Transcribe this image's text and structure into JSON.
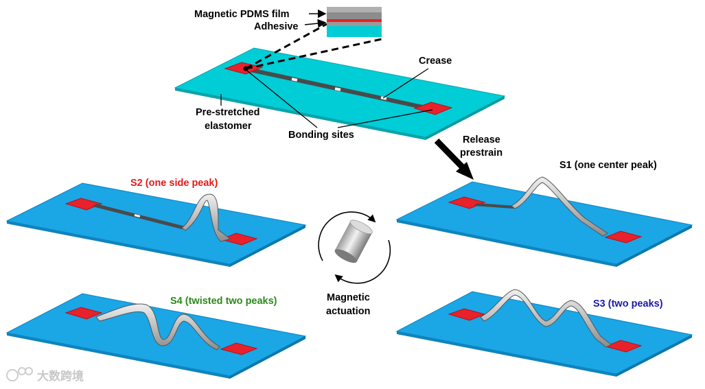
{
  "labels": {
    "film": "Magnetic PDMS film",
    "adhesive": "Adhesive",
    "crease": "Crease",
    "prestretched_1": "Pre-stretched",
    "prestretched_2": "elastomer",
    "bonding": "Bonding sites",
    "release_1": "Release",
    "release_2": "prestrain",
    "s1": "S1 (one center peak)",
    "s2": "S2 (one side peak)",
    "s3": "S3 (two peaks)",
    "s4": "S4 (twisted two peaks)",
    "actuation_1": "Magnetic",
    "actuation_2": "actuation",
    "watermark": "大数跨境"
  },
  "colors": {
    "substrate_top": "#00cdd6",
    "substrate_bottom": "#1ba6e6",
    "bond_pad": "#e8212b",
    "s2_label": "#e21a1a",
    "s3_label": "#1a1aa8",
    "s4_label": "#2a8a1a",
    "strip": "#555555"
  },
  "icons": {
    "magnet": "cylinder-magnet-icon",
    "rotation": "rotation-arrows-icon",
    "watermark_logo": "watermark-logo-icon"
  }
}
